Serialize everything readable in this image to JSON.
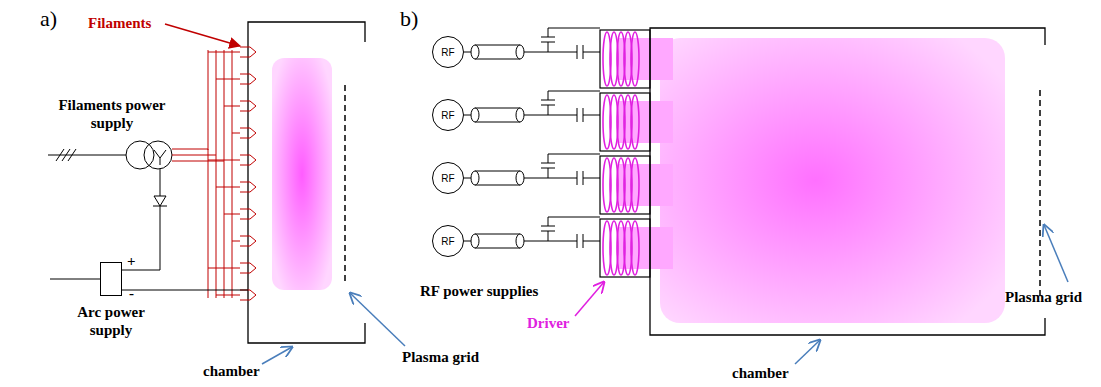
{
  "diagram": {
    "nodes": [
      {
        "text": [
          "Arc power supply"
        ]
      },
      {
        "text": [
          "RF"
        ]
      },
      {
        "text": [
          "RF"
        ]
      },
      {
        "text": [
          "RF"
        ]
      },
      {
        "text": [
          "RF"
        ]
      }
    ],
    "labels": [
      "a)",
      "Filaments",
      "Filaments power supply",
      "+",
      "-",
      "chamber",
      "Plasma grid",
      "b)",
      "RF power supplies",
      "Driver",
      "chamber",
      "Plasma grid"
    ]
  }
}
